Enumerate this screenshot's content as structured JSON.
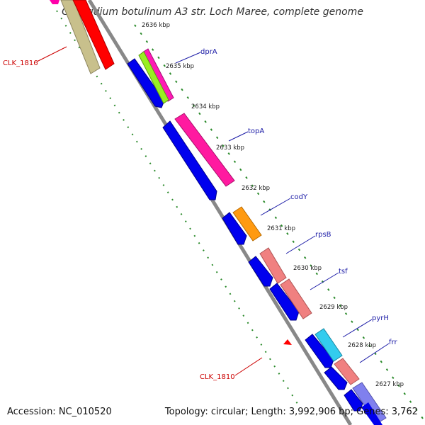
{
  "title": "Clostridium botulinum A3 str. Loch Maree, complete genome",
  "footer": {
    "accession": "Accession: NC_010520",
    "topology": "Topology: circular; Length: 3,992,906 bp; Genes: 3,762"
  },
  "ticks": [
    "2636 kbp",
    "2635 kbp",
    "2634 kbp",
    "2633 kbp",
    "2632 kbp",
    "2631 kbp",
    "2630 kbp",
    "2629 kbp",
    "2628 kbp",
    "2627 kbp"
  ],
  "gene_labels": [
    "dprA",
    "topA",
    "codY",
    "rpsB",
    "tsf",
    "pyrH",
    "frr"
  ],
  "outer_labels": [
    "CLK_1816",
    "CLK_1810"
  ],
  "colors": {
    "cds": "#0000ee",
    "backbone": "#888888",
    "tick": "#2a8a2a",
    "gene_label": "#1a1aa6",
    "outer_label": "#cc0000",
    "dprA": "#ff1ab4",
    "dprA_inner": "#99ee22",
    "topA": "#ff1aa0",
    "codY": "#ff9a11",
    "rpsB": "#f08080",
    "tsf": "#f08080",
    "pyrH": "#33ccee",
    "frr": "#f08080",
    "next_feature": "#8080ee",
    "clk_1816_a": "#c8c08c",
    "clk_1816_b": "#ff0000"
  }
}
